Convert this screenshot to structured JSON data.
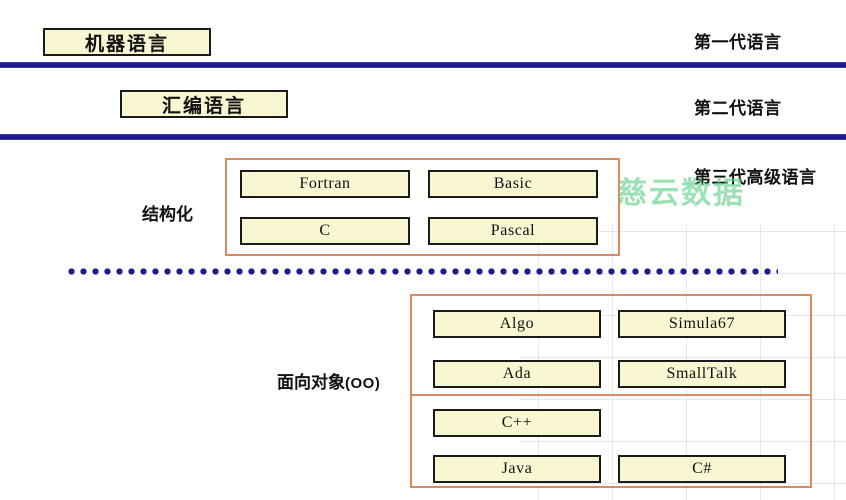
{
  "diagram": {
    "title_generations": [
      {
        "id": "gen-1",
        "label": "第一代语言"
      },
      {
        "id": "gen-2",
        "label": "第二代语言"
      },
      {
        "id": "gen-3",
        "label": "第三代高级语言"
      }
    ],
    "top_chips": [
      {
        "id": "machine",
        "label": "机器语言"
      },
      {
        "id": "assembly",
        "label": "汇编语言"
      }
    ],
    "sections": [
      {
        "id": "structured",
        "label": "结构化",
        "languages": [
          "Fortran",
          "Basic",
          "C",
          "Pascal"
        ]
      },
      {
        "id": "object-oriented",
        "label": "面向对象",
        "label_suffix": "(OO)",
        "languages_upper": [
          "Algo",
          "Simula67",
          "Ada",
          "SmallTalk"
        ],
        "languages_lower": [
          "C++",
          "Java",
          "C#"
        ]
      }
    ],
    "watermark": "慈云数据",
    "colors": {
      "rule_bar": "#1c1c8f",
      "group_border": "#d98a62",
      "chip_fill": "#f9f6d2",
      "chip_border": "#1a1a1a",
      "watermark": "#5fd08a",
      "grid_line": "#8c96a5",
      "text": "#111111",
      "background": "#ffffff"
    }
  }
}
